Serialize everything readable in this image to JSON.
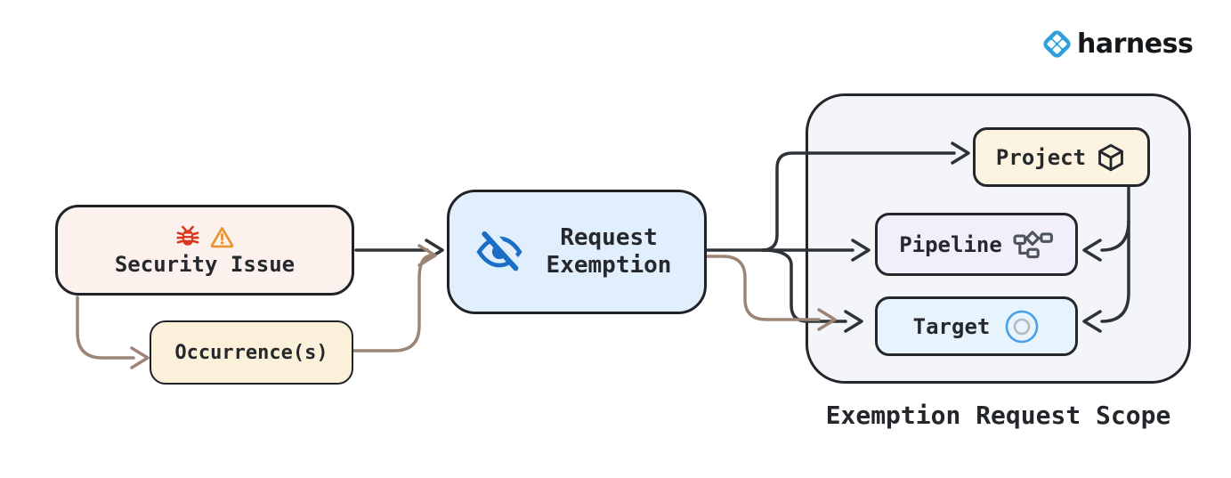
{
  "logo": {
    "brand": "harness",
    "icon": "harness-diamond-icon",
    "icon_color": "#2fa0dc",
    "text_color": "#15181b"
  },
  "nodes": {
    "security_issue": {
      "label": "Security Issue",
      "icons": [
        "bug-icon",
        "warning-icon"
      ],
      "fill": "#fdf1ee"
    },
    "occurrences": {
      "label": "Occurrence(s)",
      "fill": "#fbf0da"
    },
    "request_exemption": {
      "label": "Request Exemption",
      "icon": "eye-off-icon",
      "fill": "#e0effb"
    },
    "project": {
      "label": "Project",
      "icon": "package-cube-icon",
      "fill": "#fdf3e1"
    },
    "pipeline": {
      "label": "Pipeline",
      "icon": "pipeline-graph-icon",
      "fill": "#f2eefb"
    },
    "target": {
      "label": "Target",
      "icon": "target-icon",
      "fill": "#e8f4fd"
    }
  },
  "scope": {
    "label": "Exemption Request Scope"
  },
  "edges": [
    {
      "from": "security-issue",
      "to": "request-exemption",
      "color": "dark"
    },
    {
      "from": "security-issue",
      "to": "occurrences",
      "color": "brown"
    },
    {
      "from": "occurrences",
      "to": "request-exemption",
      "color": "brown"
    },
    {
      "from": "request-exemption",
      "to": "project",
      "color": "dark"
    },
    {
      "from": "request-exemption",
      "to": "pipeline",
      "color": "dark"
    },
    {
      "from": "request-exemption",
      "to": "target",
      "color": "dark"
    },
    {
      "from": "request-exemption",
      "to": "target",
      "color": "brown"
    },
    {
      "from": "project",
      "to": "pipeline",
      "color": "dark"
    },
    {
      "from": "project",
      "to": "target",
      "color": "dark"
    }
  ],
  "colors": {
    "line_dark": "#2e3338",
    "line_brown": "#9c8577",
    "eye_blue": "#1b6ec5",
    "bug_red": "#d9381e",
    "warning_orange": "#e8952f",
    "target_ring_blue": "#4a9fe8",
    "target_ring_gray": "#b4bac0",
    "pipeline_icon_gray": "#4e545b"
  }
}
